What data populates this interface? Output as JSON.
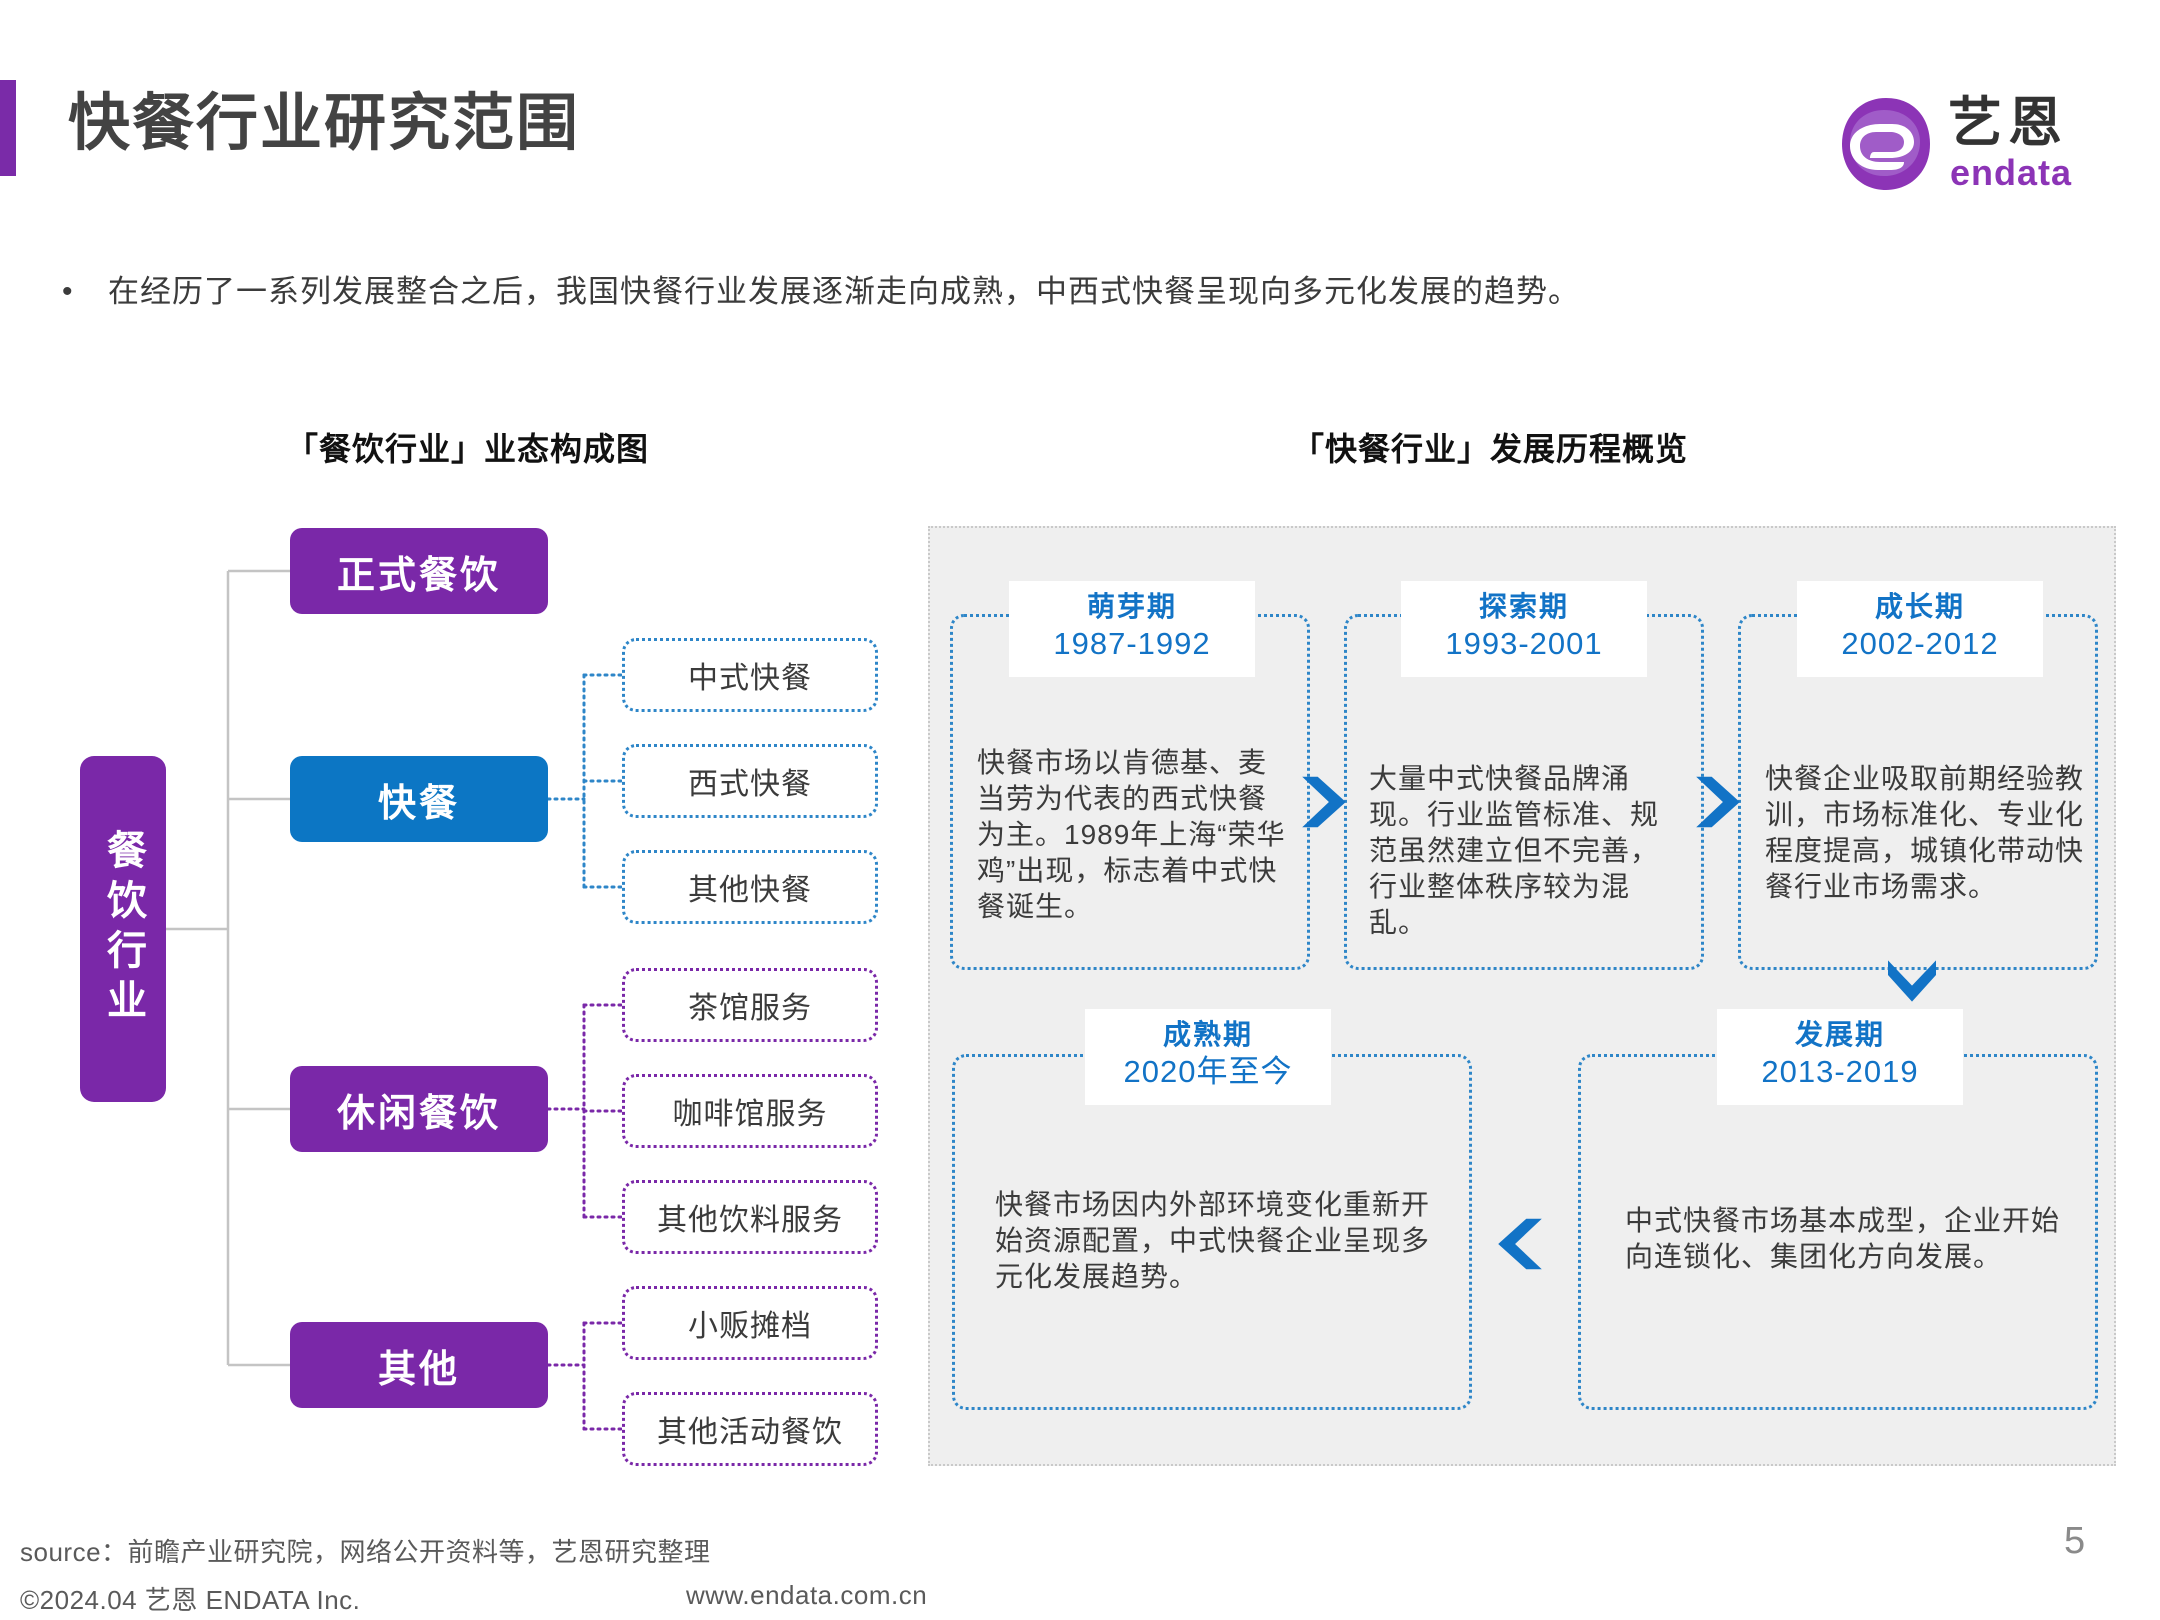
{
  "header": {
    "title": "快餐行业研究范围",
    "accent_bar_color": "#7A2BA8",
    "logo": {
      "cn": "艺恩",
      "en": "endata",
      "mark_icon": "endata-e-logo",
      "color": "#8c34b6"
    }
  },
  "bullet": {
    "marker": "•",
    "text": "在经历了一系列发展整合之后，我国快餐行业发展逐渐走向成熟，中西式快餐呈现向多元化发展的趋势。"
  },
  "sections": {
    "left_title": "「餐饮行业」业态构成图",
    "right_title": "「快餐行业」发展历程概览"
  },
  "tree": {
    "root": {
      "label": "餐饮行业",
      "color": "#7A28A8"
    },
    "branches": [
      {
        "label": "正式餐饮",
        "color": "#7A28A8",
        "leaves": []
      },
      {
        "label": "快餐",
        "color": "#0C76C4",
        "leaf_border": "#2E86C8",
        "leaves": [
          "中式快餐",
          "西式快餐",
          "其他快餐"
        ]
      },
      {
        "label": "休闲餐饮",
        "color": "#7A28A8",
        "leaf_border": "#7A28A8",
        "leaves": [
          "茶馆服务",
          "咖啡馆服务",
          "其他饮料服务"
        ]
      },
      {
        "label": "其他",
        "color": "#7A28A8",
        "leaf_border": "#7A28A8",
        "leaves": [
          "小贩摊档",
          "其他活动餐饮"
        ]
      }
    ]
  },
  "timeline": {
    "accent_color": "#1273C6",
    "panel_bg": "#efefef",
    "stages": [
      {
        "name": "萌芽期",
        "period": "1987-1992",
        "text": "快餐市场以肯德基、麦当劳为代表的西式快餐为主。1989年上海“荣华鸡”出现，标志着中式快餐诞生。"
      },
      {
        "name": "探索期",
        "period": "1993-2001",
        "text": "大量中式快餐品牌涌现。行业监管标准、规范虽然建立但不完善，行业整体秩序较为混乱。"
      },
      {
        "name": "成长期",
        "period": "2002-2012",
        "text": "快餐企业吸取前期经验教训，市场标准化、专业化程度提高，城镇化带动快餐行业市场需求。"
      },
      {
        "name": "发展期",
        "period": "2013-2019",
        "text": "中式快餐市场基本成型，企业开始向连锁化、集团化方向发展。"
      },
      {
        "name": "成熟期",
        "period": "2020年至今",
        "text": "快餐市场因内外部环境变化重新开始资源配置，中式快餐企业呈现多元化发展趋势。"
      }
    ]
  },
  "footer": {
    "source": "source：前瞻产业研究院，网络公开资料等，艺恩研究整理",
    "copyright": "©2024.04  艺恩 ENDATA Inc.",
    "website": "www.endata.com.cn",
    "page_number": "5"
  }
}
